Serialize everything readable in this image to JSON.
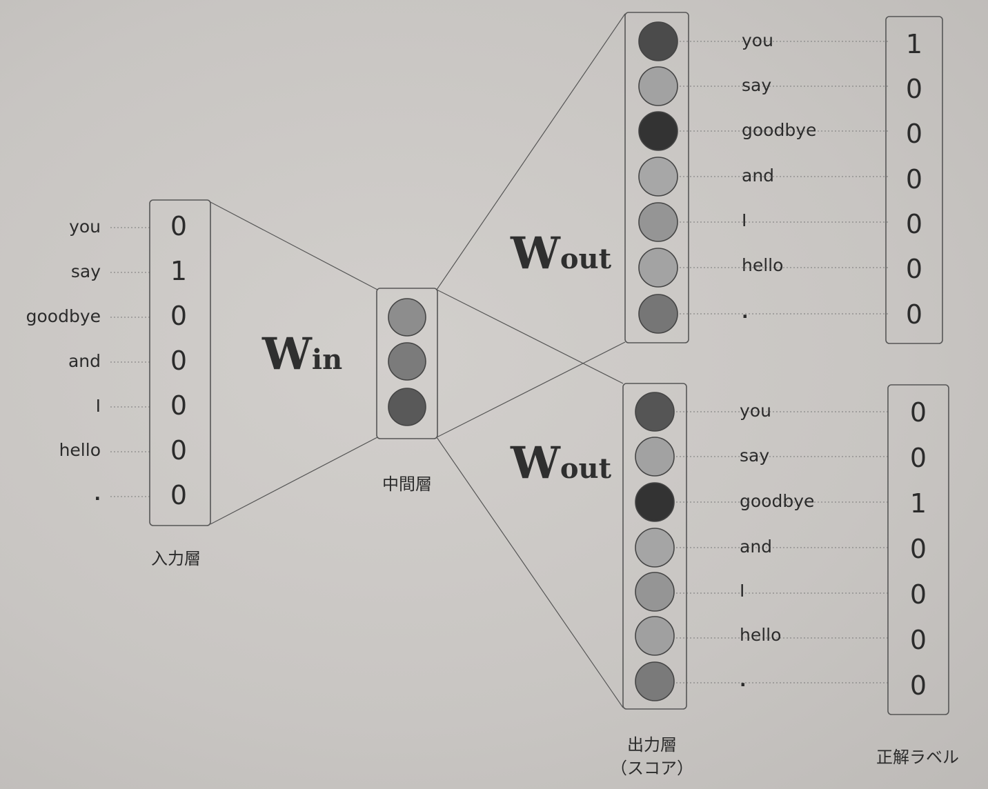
{
  "vocab": [
    "you",
    "say",
    "goodbye",
    "and",
    "I",
    "hello",
    "."
  ],
  "input_layer": {
    "caption": "入力層",
    "values": [
      "0",
      "1",
      "0",
      "0",
      "0",
      "0",
      "0"
    ]
  },
  "hidden_layer": {
    "caption": "中間層",
    "neuron_colors": [
      "#8d8d8d",
      "#7b7b7b",
      "#595959"
    ]
  },
  "weights": {
    "win": {
      "main": "W",
      "sub": "in"
    },
    "wout_top": {
      "main": "W",
      "sub": "out"
    },
    "wout_bottom": {
      "main": "W",
      "sub": "out"
    }
  },
  "output_layers": [
    {
      "neuron_colors": [
        "#4b4b4b",
        "#a2a2a2",
        "#333333",
        "#a7a7a7",
        "#959595",
        "#a3a3a3",
        "#767676"
      ],
      "labels": [
        "1",
        "0",
        "0",
        "0",
        "0",
        "0",
        "0"
      ]
    },
    {
      "neuron_colors": [
        "#555555",
        "#a2a2a2",
        "#333333",
        "#a5a5a5",
        "#959595",
        "#a0a0a0",
        "#7a7a7a"
      ],
      "labels": [
        "0",
        "0",
        "1",
        "0",
        "0",
        "0",
        "0"
      ]
    }
  ],
  "output_caption": {
    "line1": "出力層",
    "line2": "（スコア）"
  },
  "label_caption": "正解ラベル"
}
